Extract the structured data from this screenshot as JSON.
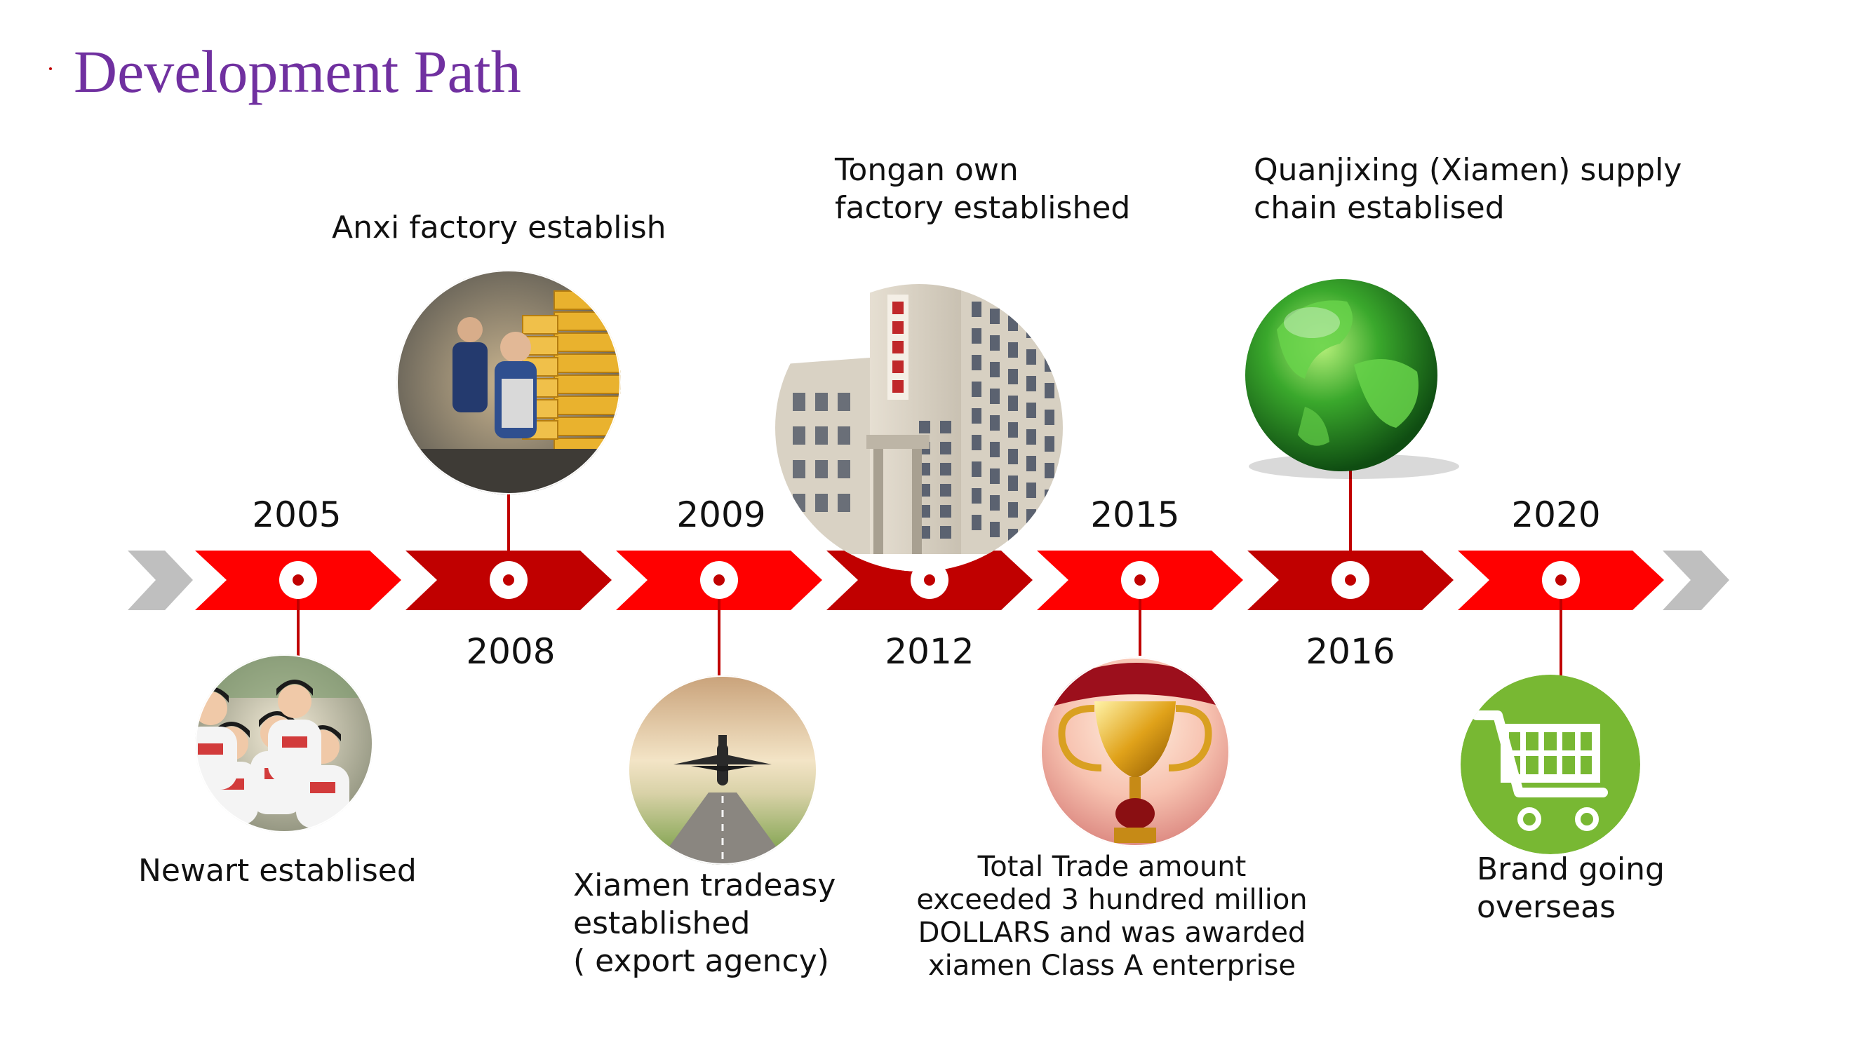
{
  "title": "Development Path",
  "colors": {
    "title": "#7030a0",
    "arrow_light": "#ff0000",
    "arrow_dark": "#c00000",
    "arrow_gray": "#bfbfbf",
    "connector": "#c00000"
  },
  "milestones": [
    {
      "year": "2005",
      "caption": "Newart establised",
      "image": "team-photo-icon"
    },
    {
      "year": "2008",
      "caption": "Anxi factory  establish",
      "image": "factory-workers-icon"
    },
    {
      "year": "2009",
      "caption": "Xiamen tradeasy\nestablished\n( export agency)",
      "image": "airplane-runway-icon"
    },
    {
      "year": "2012",
      "caption": "Tongan own\nfactory established",
      "image": "factory-building-icon"
    },
    {
      "year": "2015",
      "caption": "Total Trade  amount\nexceeded 3 hundred million\nDOLLARS and was awarded\nxiamen Class A enterprise",
      "image": "trophy-icon"
    },
    {
      "year": "2016",
      "caption": "Quanjixing (Xiamen) supply\nchain  establised",
      "image": "globe-icon"
    },
    {
      "year": "2020",
      "caption": "Brand going\noverseas",
      "image": "shopping-cart-icon"
    }
  ]
}
